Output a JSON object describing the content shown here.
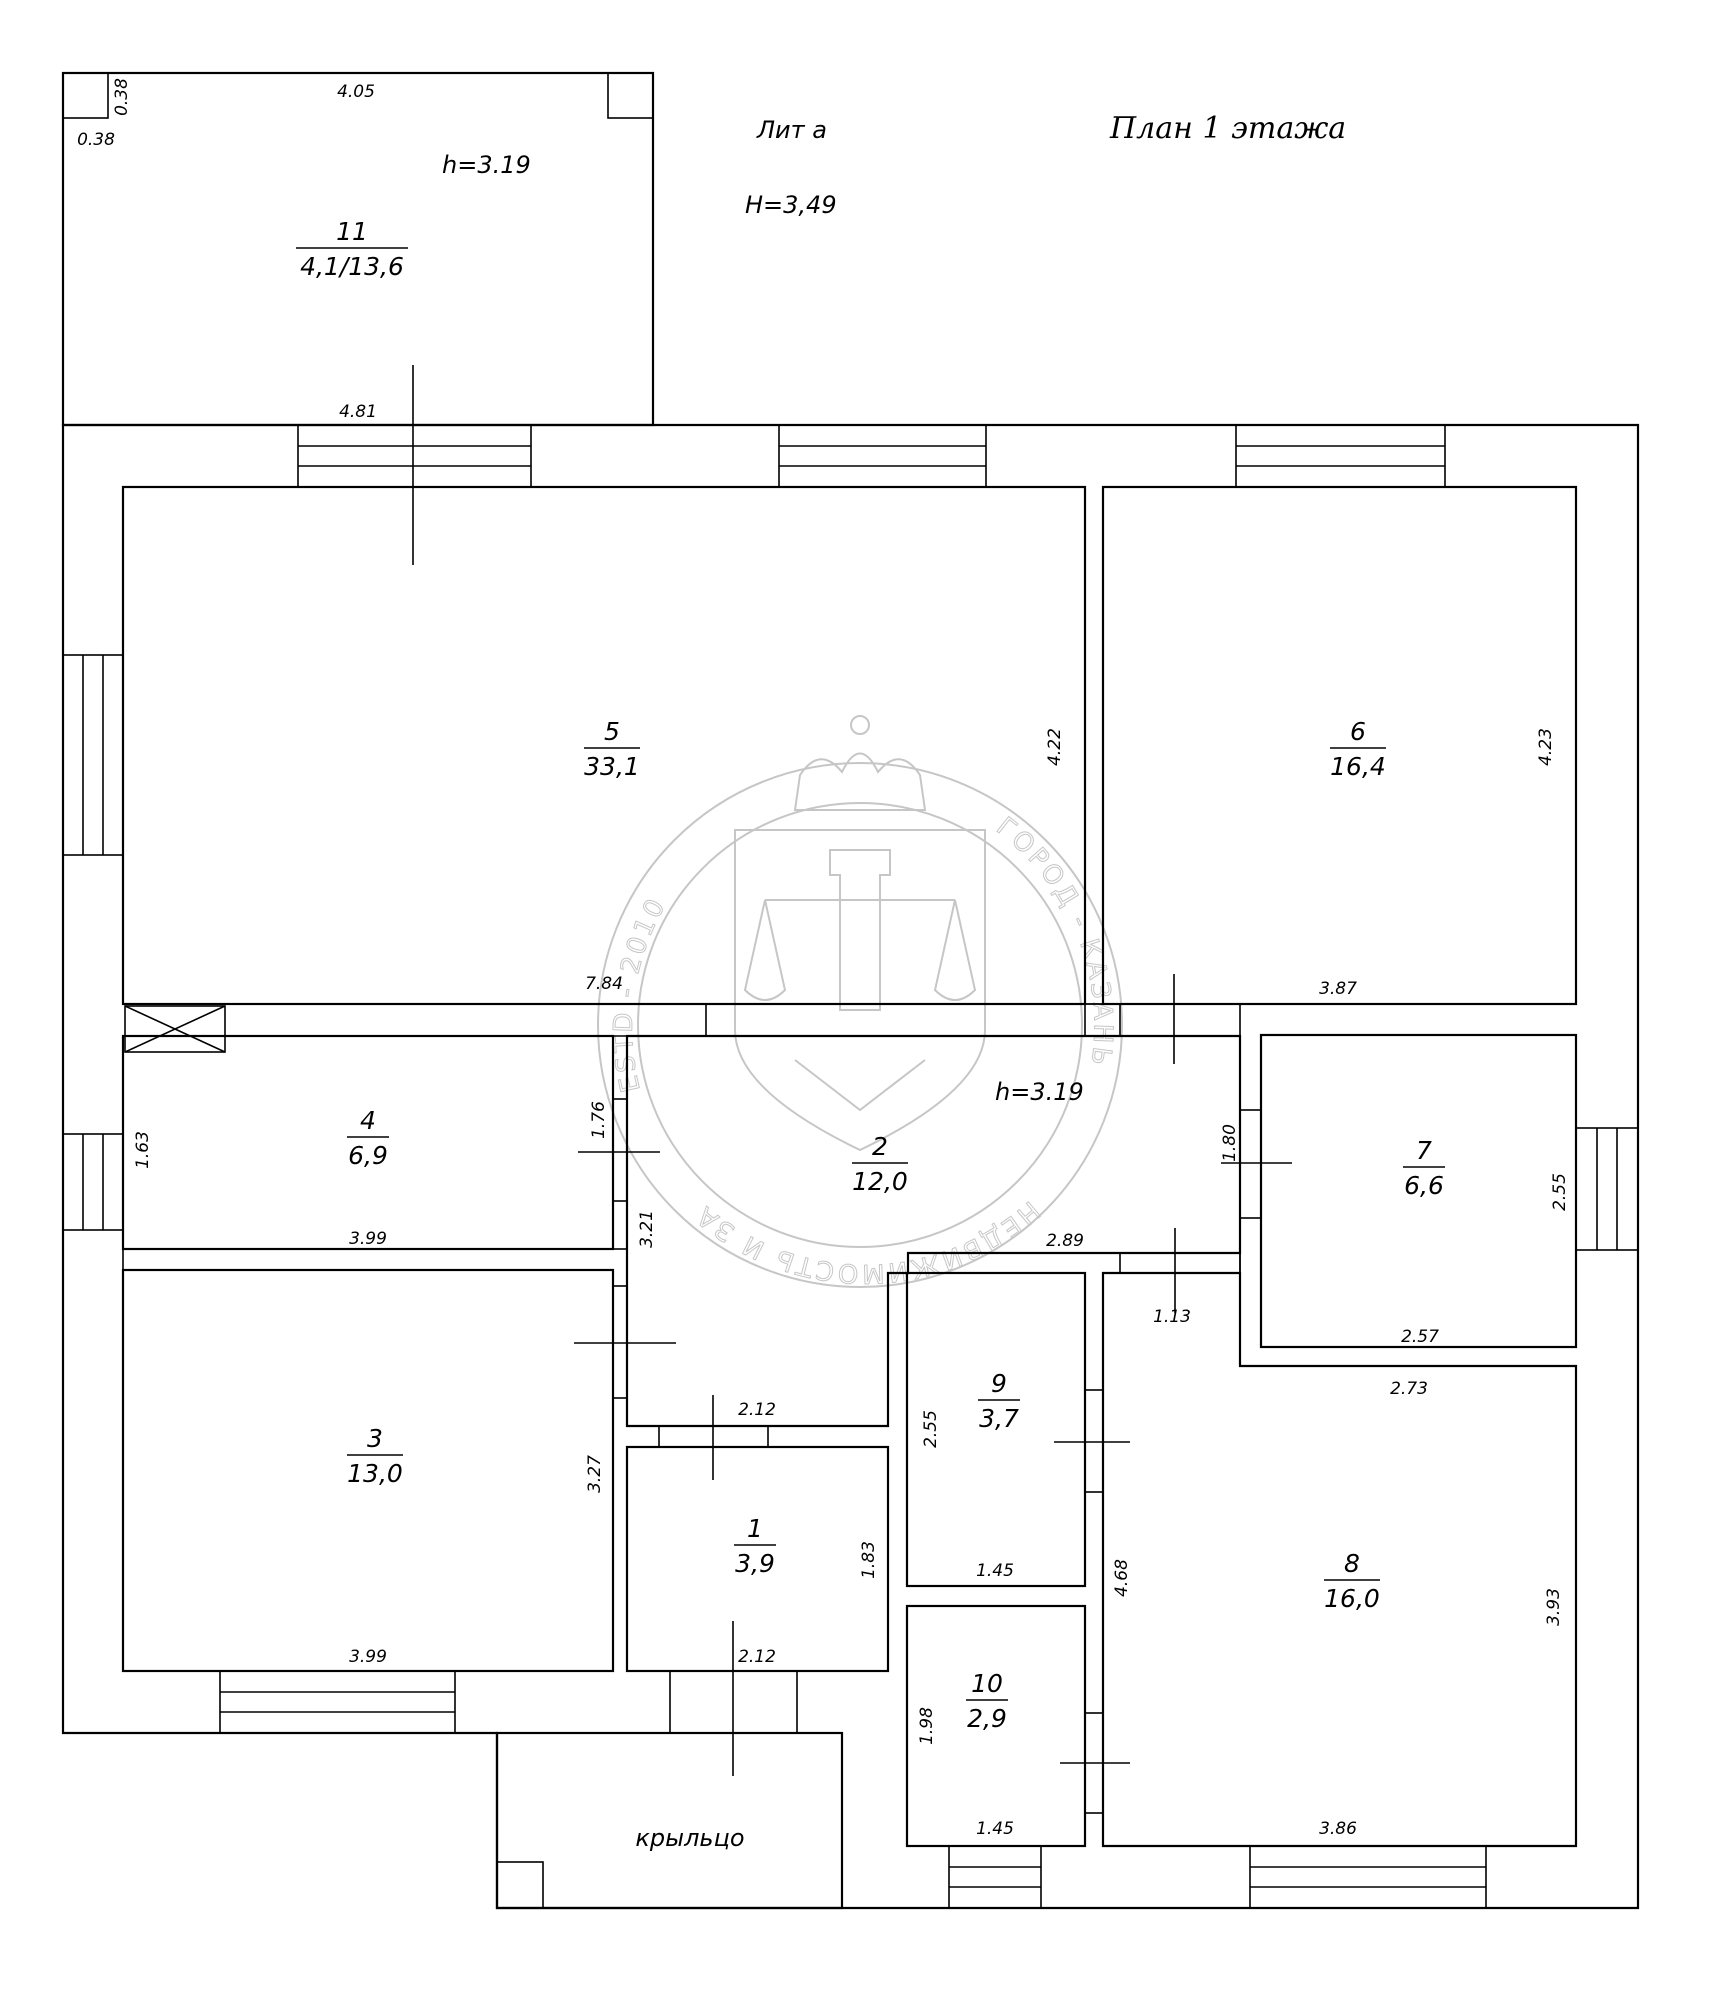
{
  "header": {
    "title": "План 1 этажа",
    "lit": "Лит а",
    "height_main": "H=3,49"
  },
  "annex": {
    "height": "h=3.19",
    "dims": {
      "top": "4.05",
      "corner_w": "0.38",
      "corner_h": "0.38",
      "bottom": "4.81"
    }
  },
  "rooms": [
    {
      "id": "room-1",
      "number": "1",
      "area": "3,9"
    },
    {
      "id": "room-2",
      "number": "2",
      "area": "12,0"
    },
    {
      "id": "room-3",
      "number": "3",
      "area": "13,0"
    },
    {
      "id": "room-4",
      "number": "4",
      "area": "6,9"
    },
    {
      "id": "room-5",
      "number": "5",
      "area": "33,1"
    },
    {
      "id": "room-6",
      "number": "6",
      "area": "16,4"
    },
    {
      "id": "room-7",
      "number": "7",
      "area": "6,6"
    },
    {
      "id": "room-8",
      "number": "8",
      "area": "16,0"
    },
    {
      "id": "room-9",
      "number": "9",
      "area": "3,7"
    },
    {
      "id": "room-10",
      "number": "10",
      "area": "2,9"
    },
    {
      "id": "room-11",
      "number": "11",
      "area": "4,1/13,6"
    }
  ],
  "corridor_height": "h=3.19",
  "porch_label": "крыльцо",
  "dimensions": {
    "r5_right": "4.22",
    "r5_bottom": "7.84",
    "r6_right": "4.23",
    "r6_bottom": "3.87",
    "r4_left": "1.63",
    "r4_right": "1.76",
    "r4_bottom": "3.99",
    "r2_left": "3.21",
    "r2_bottom": "2.89",
    "r2_right": "1.80",
    "r2_lower": "2.12",
    "r7_right": "2.55",
    "r7_bottom": "2.57",
    "r8_top": "2.73",
    "r8_left": "4.68",
    "r8_right": "3.93",
    "r8_bottom": "3.86",
    "door_gap": "1.13",
    "r3_right": "3.27",
    "r3_bottom": "3.99",
    "r1_right": "1.83",
    "r1_bottom": "2.12",
    "r9_left": "2.55",
    "r9_bottom": "1.45",
    "r10_left": "1.98",
    "r10_bottom": "1.45"
  },
  "stamp": {
    "text_right": "ГОРОД - КАЗАНЬ",
    "text_bottom": "НЕДВИЖИМОСТЬ И ЗАКОН",
    "text_left": "ESTD - 2010"
  }
}
